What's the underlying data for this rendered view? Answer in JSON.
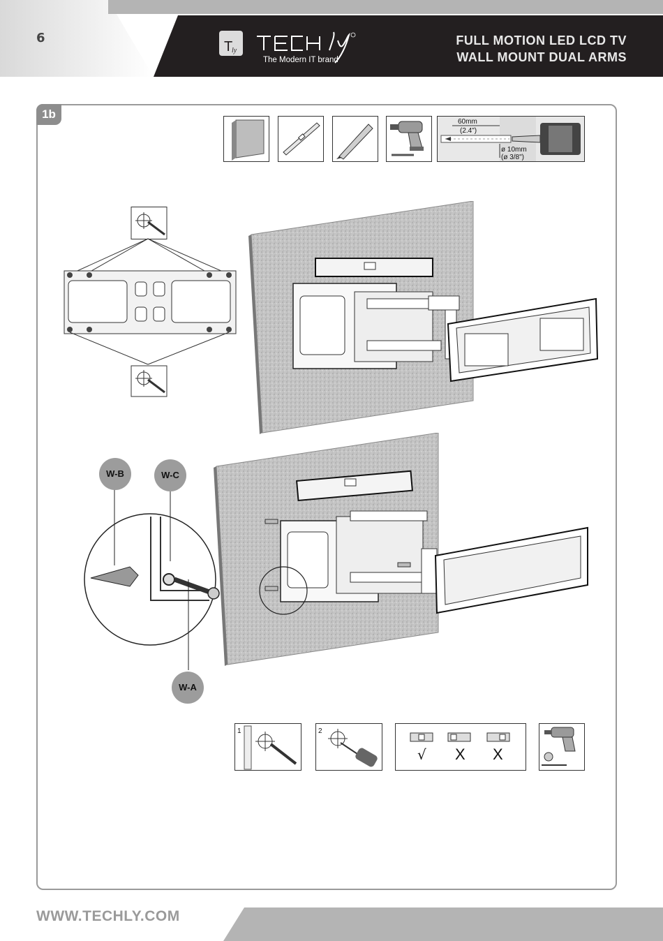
{
  "header": {
    "page_number": "6",
    "brand_name": "TECHly",
    "brand_tagline": "The Modern IT brand",
    "title_line1": "FULL MOTION LED LCD TV",
    "title_line2": "WALL MOUNT DUAL ARMS"
  },
  "step": {
    "label": "1b"
  },
  "drill_spec": {
    "depth_mm": "60mm",
    "depth_in": "(2.4\")",
    "diameter_mm": "ø 10mm",
    "diameter_in": "(ø 3/8\")"
  },
  "callouts": {
    "anchor": "W-B",
    "washer": "W-C",
    "screw": "W-A"
  },
  "bottom_steps": {
    "step1": "1",
    "step2": "2",
    "level_ok": "√",
    "level_bad1": "X",
    "level_bad2": "X"
  },
  "footer": {
    "url": "WWW.TECHLY.COM"
  },
  "colors": {
    "header_dark": "#231f20",
    "frame": "#9a9a9a",
    "badge": "#8d8d8d",
    "wall": "#c8c8c8",
    "callout": "#9c9c9c"
  }
}
